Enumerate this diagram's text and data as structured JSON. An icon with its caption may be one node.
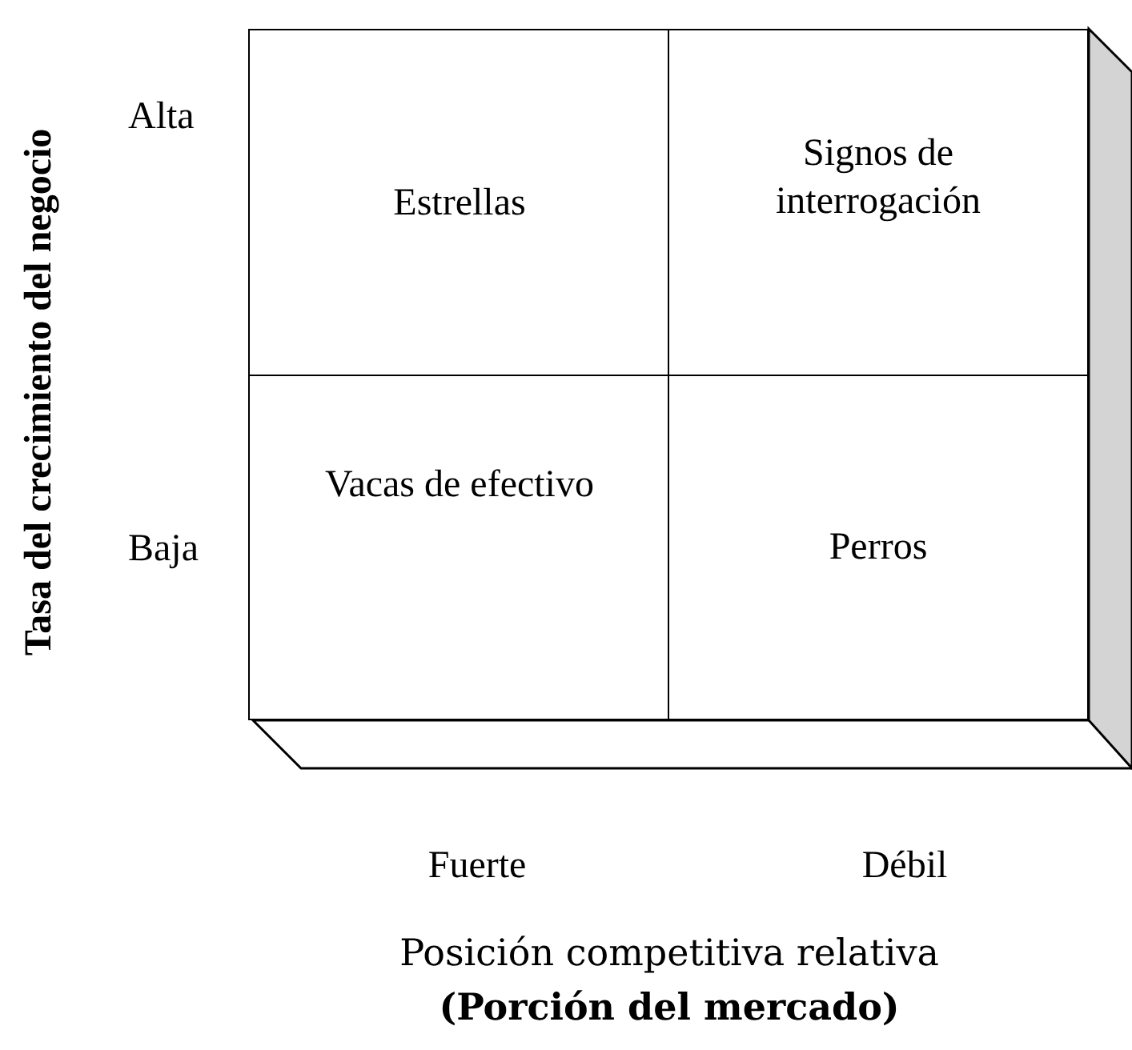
{
  "diagram": {
    "nodes": [
      {
        "text": [
          "Estrellas"
        ]
      },
      {
        "text": [
          "Signos de interrogación"
        ]
      },
      {
        "text": [
          "Vacas de efectivo"
        ]
      },
      {
        "text": [
          "Perros"
        ]
      }
    ],
    "edges": [],
    "labels": [
      "Tasa del crecimiento del negocio",
      "Alta",
      "Baja",
      "Fuerte",
      "Débil",
      "Posición competitiva relativa",
      "(Porción del mercado)"
    ]
  }
}
